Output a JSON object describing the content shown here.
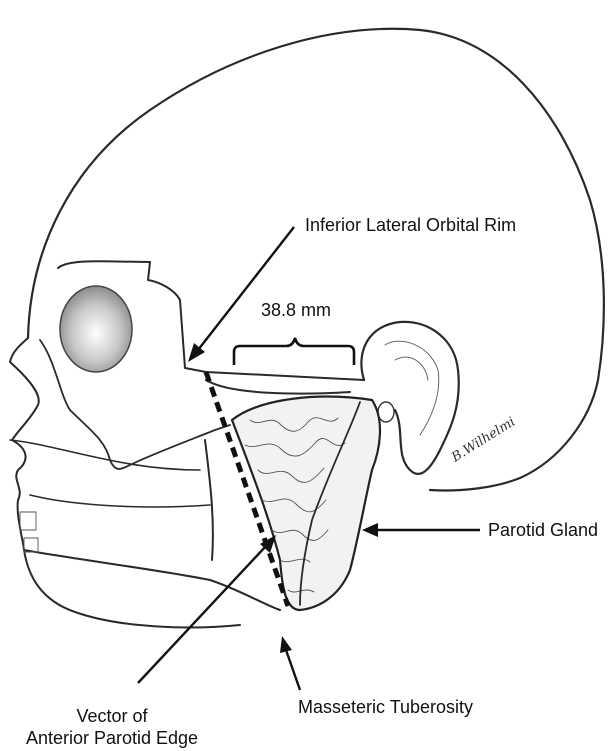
{
  "labels": {
    "orbital_rim": "Inferior Lateral Orbital Rim",
    "measurement": "38.8 mm",
    "parotid_gland": "Parotid Gland",
    "masseteric_tuberosity": "Masseteric Tuberosity",
    "vector_line1": "Vector of",
    "vector_line2": "Anterior Parotid Edge"
  },
  "signature": "B.Wilhelmi",
  "colors": {
    "ink": "#111111",
    "sketch": "#2a2a2a",
    "eye_shading": "#9a9a9a"
  },
  "measurement_value_mm": 38.8
}
